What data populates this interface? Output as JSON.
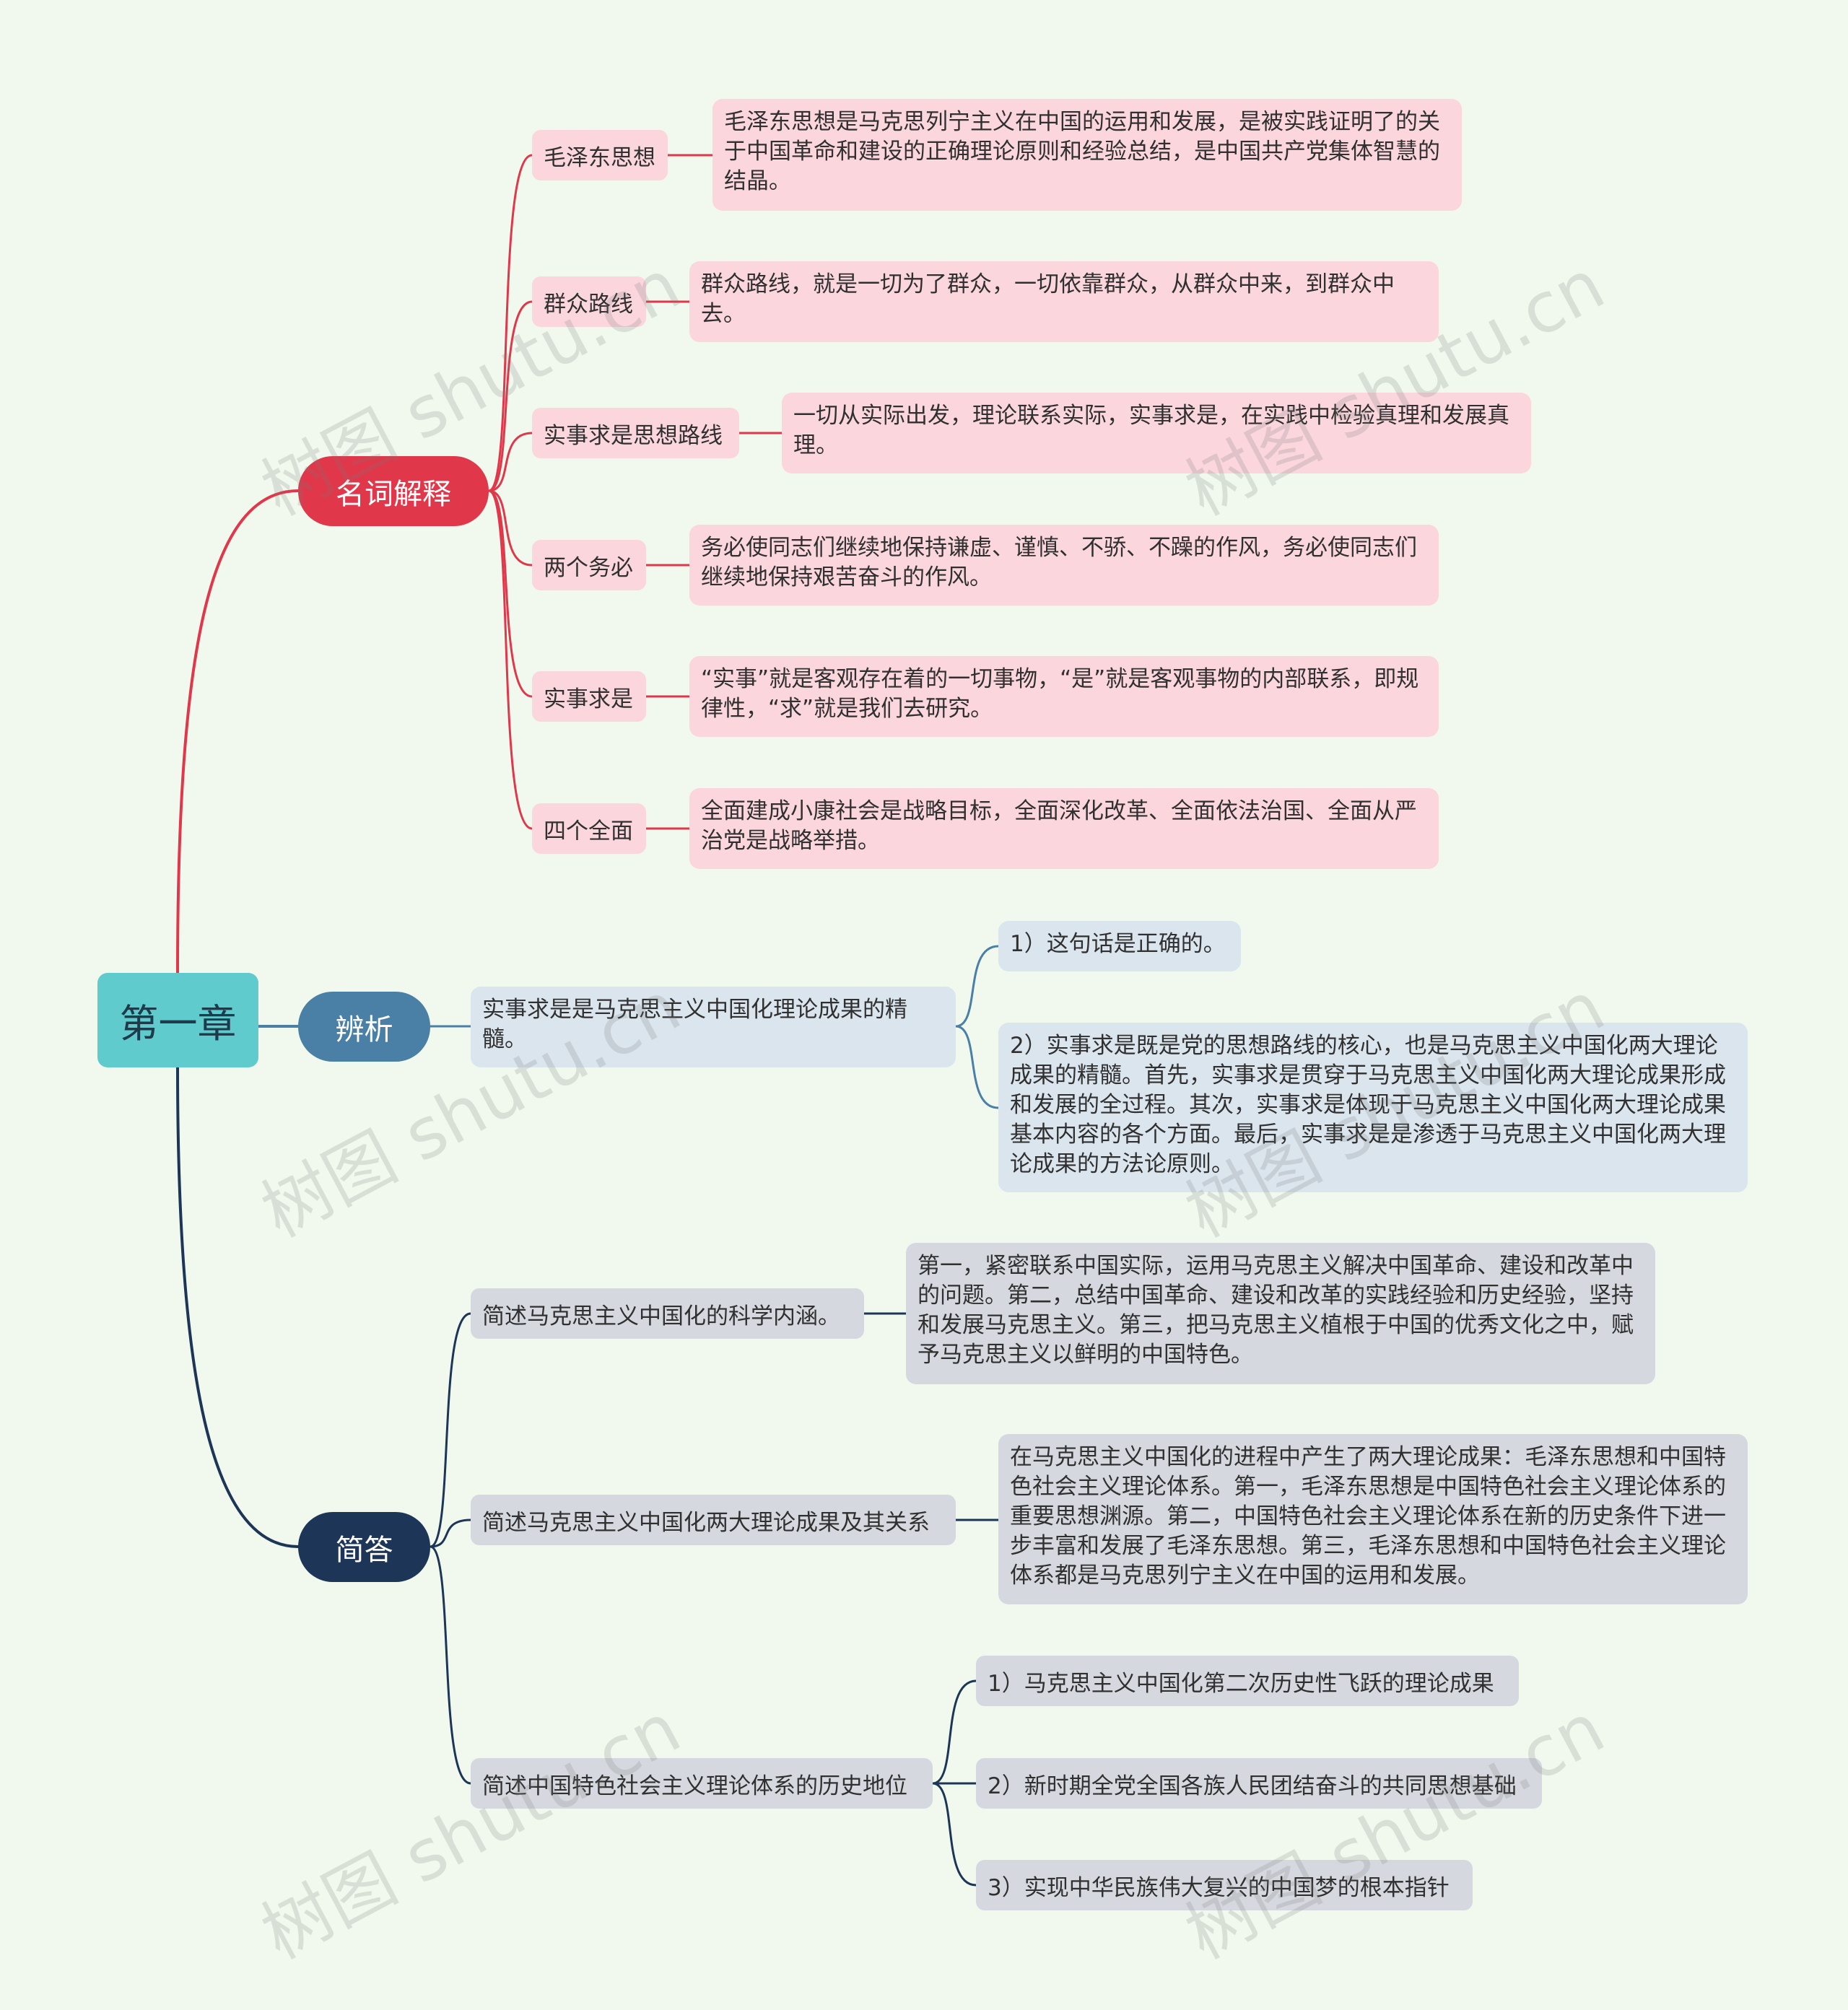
{
  "root": "第一章",
  "branches": [
    {
      "label": "名词解释",
      "items": [
        {
          "label": "毛泽东思想",
          "text": "毛泽东思想是马克思列宁主义在中国的运用和发展，是被实践证明了的关于中国革命和建设的正确理论原则和经验总结，是中国共产党集体智慧的结晶。"
        },
        {
          "label": "群众路线",
          "text": "群众路线，就是一切为了群众，一切依靠群众，从群众中来，到群众中去。"
        },
        {
          "label": "实事求是思想路线",
          "text": "一切从实际出发，理论联系实际，实事求是，在实践中检验真理和发展真理。"
        },
        {
          "label": "两个务必",
          "text": "务必使同志们继续地保持谦虚、谨慎、不骄、不躁的作风，务必使同志们继续地保持艰苦奋斗的作风。"
        },
        {
          "label": "实事求是",
          "text": "“实事”就是客观存在着的一切事物，“是”就是客观事物的内部联系，即规律性，“求”就是我们去研究。"
        },
        {
          "label": "四个全面",
          "text": "全面建成小康社会是战略目标，全面深化改革、全面依法治国、全面从严治党是战略举措。"
        }
      ]
    },
    {
      "label": "辨析",
      "statement": "实事求是是马克思主义中国化理论成果的精髓。",
      "answers": [
        "1）这句话是正确的。",
        "2）实事求是既是党的思想路线的核心，也是马克思主义中国化两大理论成果的精髓。首先，实事求是贯穿于马克思主义中国化两大理论成果形成和发展的全过程。其次，实事求是体现于马克思主义中国化两大理论成果基本内容的各个方面。最后，实事求是是渗透于马克思主义中国化两大理论成果的方法论原则。"
      ]
    },
    {
      "label": "简答",
      "questions": [
        {
          "q": "简述马克思主义中国化的科学内涵。",
          "a": "第一，紧密联系中国实际，运用马克思主义解决中国革命、建设和改革中的问题。第二，总结中国革命、建设和改革的实践经验和历史经验，坚持和发展马克思主义。第三，把马克思主义植根于中国的优秀文化之中，赋予马克思主义以鲜明的中国特色。"
        },
        {
          "q": "简述马克思主义中国化两大理论成果及其关系",
          "a": "在马克思主义中国化的进程中产生了两大理论成果：毛泽东思想和中国特色社会主义理论体系。第一，毛泽东思想是中国特色社会主义理论体系的重要思想渊源。第二，中国特色社会主义理论体系在新的历史条件下进一步丰富和发展了毛泽东思想。第三，毛泽东思想和中国特色社会主义理论体系都是马克思列宁主义在中国的运用和发展。"
        },
        {
          "q": "简述中国特色社会主义理论体系的历史地位",
          "points": [
            "1）马克思主义中国化第二次历史性飞跃的理论成果",
            "2）新时期全党全国各族人民团结奋斗的共同思想基础",
            "3）实现中华民族伟大复兴的中国梦的根本指针"
          ]
        }
      ]
    }
  ],
  "watermark": "树图 shutu.cn",
  "colors": {
    "background": "#f1f9ef",
    "root": "#5fcbcc",
    "red": "#e0384a",
    "steel": "#4a7fa6",
    "navy": "#1d3557"
  }
}
